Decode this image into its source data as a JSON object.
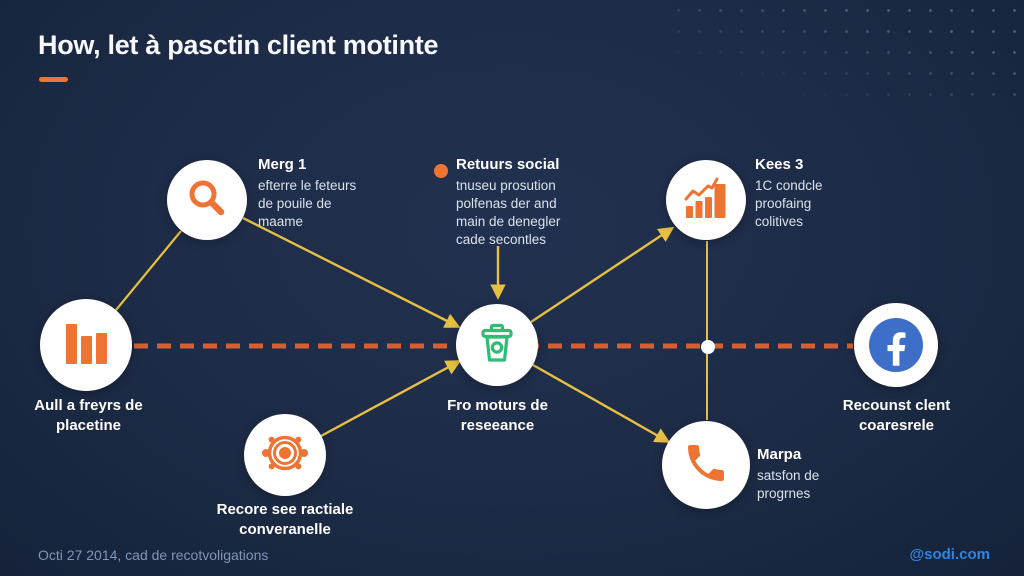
{
  "slide": {
    "title": "How, let à pasctin client motinte",
    "footer_date": "Octi 27 2014, cad de recotvoligations",
    "footer_handle": "@sodi.com"
  },
  "steps": {
    "step1": {
      "title": "Merg 1",
      "line1": "efterre le feteurs",
      "line2": "de pouile de",
      "line3": "maame"
    },
    "step2": {
      "title": "Retuurs social",
      "line1": "tnuseu prosution",
      "line2": "polfenas der and",
      "line3": "main de denegler",
      "line4": "cade secontles"
    },
    "step3": {
      "title": "Kees 3",
      "line1": "1C condcle",
      "line2": "proofaing",
      "line3": "colitives"
    }
  },
  "nodes": {
    "search": {
      "icon": "magnifier-icon"
    },
    "analytics": {
      "icon": "bar-chart-icon",
      "line1": "Aull a freyrs de",
      "line2": "placetine"
    },
    "research": {
      "icon": "trash-icon",
      "line1": "Fro moturs de",
      "line2": "reseeance"
    },
    "growth": {
      "icon": "growth-chart-icon"
    },
    "process": {
      "icon": "gear-icon",
      "line1": "Recore see ractiale",
      "line2": "converanelle"
    },
    "phone": {
      "icon": "phone-icon",
      "title": "Marpa",
      "line1": "satsfon de",
      "line2": "progrnes"
    },
    "facebook": {
      "icon": "facebook-icon",
      "line1": "Recounst clent",
      "line2": "coaresrele"
    }
  },
  "colors": {
    "background": "#1d2b46",
    "accent_orange": "#ee7434",
    "arrow_yellow": "#e6c043",
    "dashed_line": "#d65f31",
    "trash_green": "#2dbd74",
    "facebook_blue": "#3d6fc8",
    "footer_link_blue": "#2f86e0",
    "footer_text": "#8096b6"
  }
}
